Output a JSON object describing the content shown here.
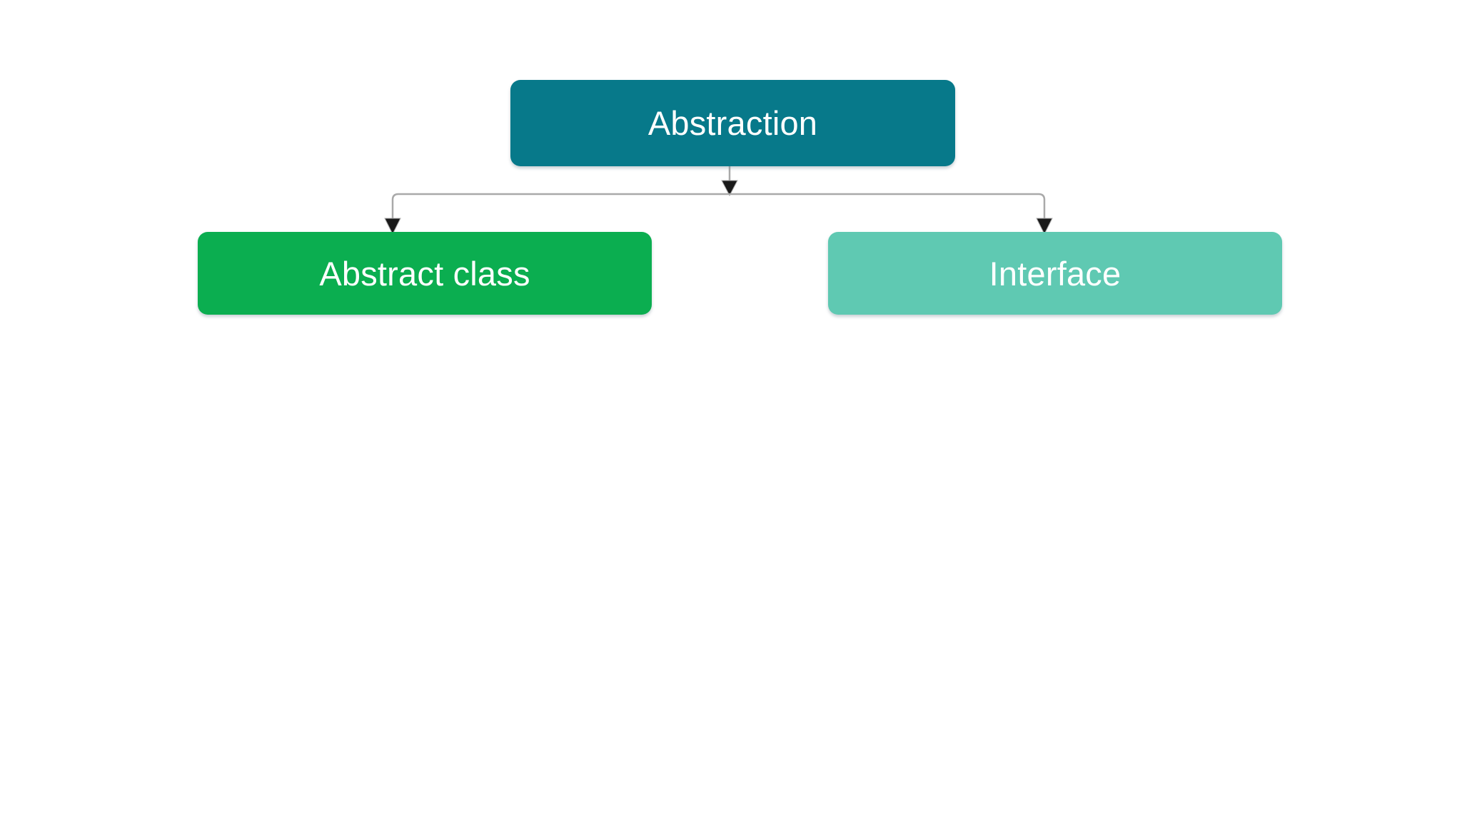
{
  "diagram": {
    "title": "Abstraction",
    "type": "hierarchy-tree",
    "background_color": "#ffffff",
    "connector_color": "#a9a9a9",
    "arrowhead_color": "#1a1a1a",
    "nodes": [
      {
        "id": "abstraction",
        "label": "Abstraction",
        "role": "root",
        "fill_color": "#07798a",
        "text_color": "#ffffff"
      },
      {
        "id": "abstract-class",
        "label": "Abstract class",
        "role": "child",
        "fill_color": "#0bae50",
        "text_color": "#ffffff"
      },
      {
        "id": "interface",
        "label": "Interface",
        "role": "child",
        "fill_color": "#5fc9b2",
        "text_color": "#ffffff"
      }
    ],
    "edges": [
      {
        "id": "edge-root-split",
        "from": "abstraction",
        "to": "split-point",
        "style": "orthogonal",
        "arrow": "down"
      },
      {
        "id": "edge-to-abstract-class",
        "from": "abstraction",
        "to": "abstract-class",
        "style": "orthogonal",
        "arrow": "down"
      },
      {
        "id": "edge-to-interface",
        "from": "abstraction",
        "to": "interface",
        "style": "orthogonal",
        "arrow": "down"
      }
    ]
  }
}
